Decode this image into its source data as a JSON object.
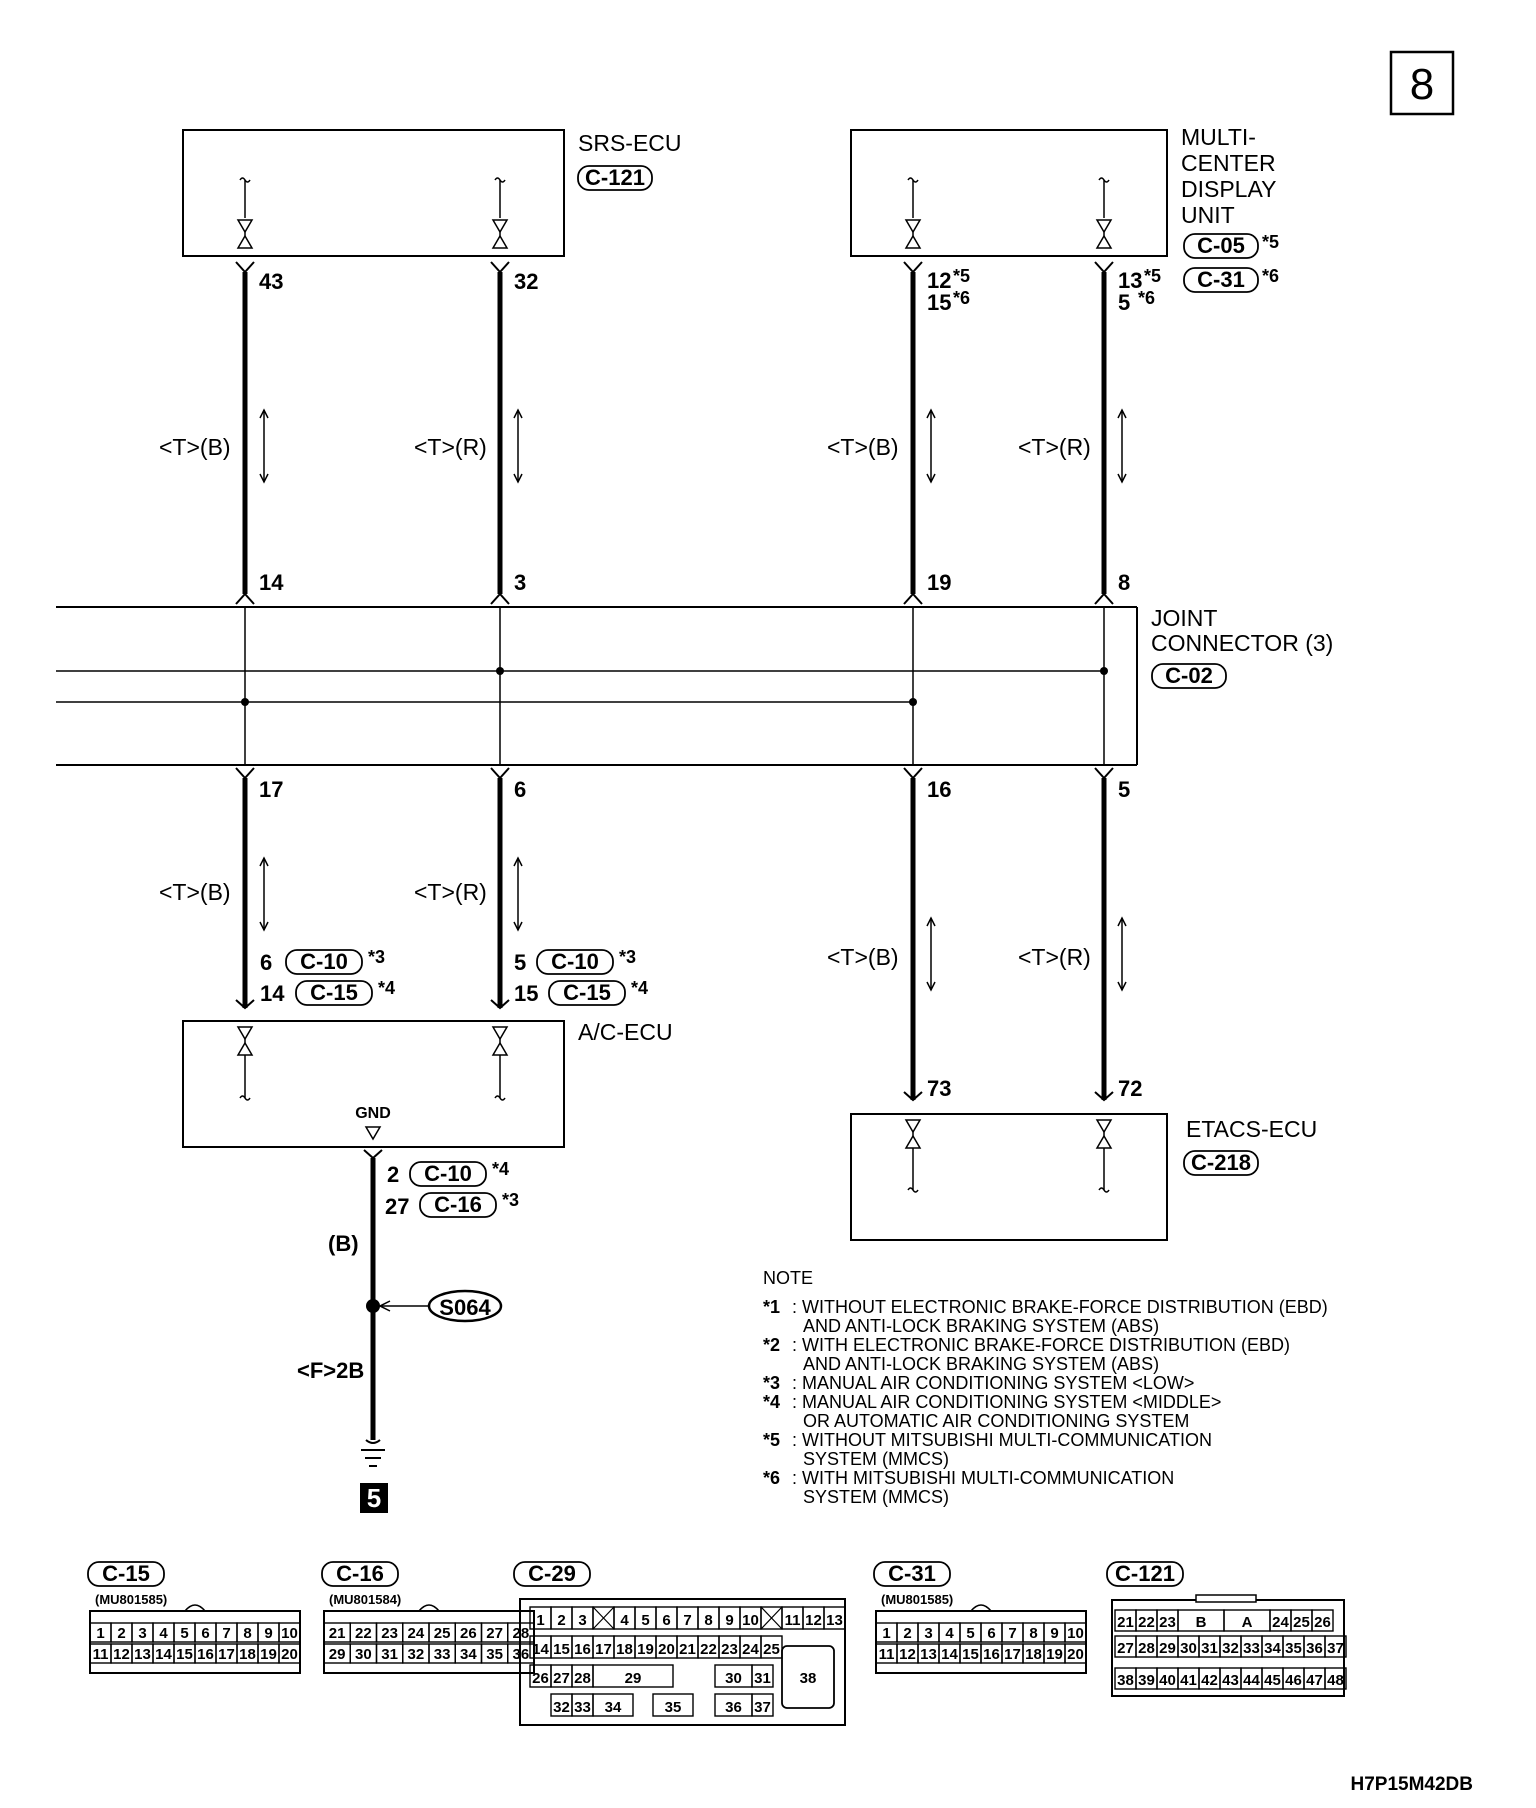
{
  "page_number": "8",
  "footer_code": "H7P15M42DB",
  "components": {
    "srs_ecu": {
      "name": "SRS-ECU",
      "connector": "C-121"
    },
    "mcdu": {
      "name_lines": [
        "MULTI-",
        "CENTER",
        "DISPLAY",
        "UNIT"
      ],
      "connector_a": "C-05",
      "star_a": "*5",
      "connector_b": "C-31",
      "star_b": "*6"
    },
    "joint_connector": {
      "name_lines": [
        "JOINT",
        "CONNECTOR (3)"
      ],
      "connector": "C-02"
    },
    "ac_ecu": {
      "name": "A/C-ECU",
      "gnd": "GND"
    },
    "etacs_ecu": {
      "name": "ETACS-ECU",
      "connector": "C-218"
    }
  },
  "pins": {
    "srs_1": "43",
    "srs_2": "32",
    "mcdu_1a": "12",
    "mcdu_1a_star": "*5",
    "mcdu_1b": "15",
    "mcdu_1b_star": "*6",
    "mcdu_2a": "13",
    "mcdu_2a_star": "*5",
    "mcdu_2b": "5",
    "mcdu_2b_star": "*6",
    "jc_top": [
      "14",
      "3",
      "19",
      "8"
    ],
    "jc_bottom": [
      "17",
      "6",
      "16",
      "5"
    ],
    "ac_left_a": "6",
    "ac_left_a_conn": "C-10",
    "ac_left_a_star": "*3",
    "ac_left_b": "14",
    "ac_left_b_conn": "C-15",
    "ac_left_b_star": "*4",
    "ac_right_a": "5",
    "ac_right_a_conn": "C-10",
    "ac_right_a_star": "*3",
    "ac_right_b": "15",
    "ac_right_b_conn": "C-15",
    "ac_right_b_star": "*4",
    "etacs_1": "73",
    "etacs_2": "72",
    "gnd_a": "2",
    "gnd_a_conn": "C-10",
    "gnd_a_star": "*4",
    "gnd_b": "27",
    "gnd_b_conn": "C-16",
    "gnd_b_star": "*3"
  },
  "wire_labels": {
    "tb": "<T>(B)",
    "tr": "<T>(R)",
    "b": "(B)",
    "f2b": "<F>2B"
  },
  "splice": "S064",
  "ground_ref": "5",
  "notes": {
    "title": "NOTE",
    "items": [
      {
        "star": "*1",
        "lines": [
          ": WITHOUT ELECTRONIC BRAKE-FORCE DISTRIBUTION (EBD)",
          "AND ANTI-LOCK BRAKING SYSTEM (ABS)"
        ]
      },
      {
        "star": "*2",
        "lines": [
          ": WITH ELECTRONIC BRAKE-FORCE DISTRIBUTION (EBD)",
          "AND ANTI-LOCK BRAKING SYSTEM (ABS)"
        ]
      },
      {
        "star": "*3",
        "lines": [
          ": MANUAL AIR CONDITIONING SYSTEM <LOW>"
        ]
      },
      {
        "star": "*4",
        "lines": [
          ": MANUAL AIR CONDITIONING SYSTEM <MIDDLE>",
          "OR AUTOMATIC AIR CONDITIONING SYSTEM"
        ]
      },
      {
        "star": "*5",
        "lines": [
          ": WITHOUT MITSUBISHI MULTI-COMMUNICATION",
          "SYSTEM (MMCS)"
        ]
      },
      {
        "star": "*6",
        "lines": [
          ": WITH MITSUBISHI MULTI-COMMUNICATION",
          "SYSTEM (MMCS)"
        ]
      }
    ]
  },
  "connector_views": {
    "c15": {
      "label": "C-15",
      "part": "(MU801585)",
      "row1": [
        "1",
        "2",
        "3",
        "4",
        "5",
        "6",
        "7",
        "8",
        "9",
        "10"
      ],
      "row2": [
        "11",
        "12",
        "13",
        "14",
        "15",
        "16",
        "17",
        "18",
        "19",
        "20"
      ]
    },
    "c16": {
      "label": "C-16",
      "part": "(MU801584)",
      "row1": [
        "21",
        "22",
        "23",
        "24",
        "25",
        "26",
        "27",
        "28"
      ],
      "row2": [
        "29",
        "30",
        "31",
        "32",
        "33",
        "34",
        "35",
        "36"
      ]
    },
    "c29": {
      "label": "C-29",
      "row1": [
        "1",
        "2",
        "3",
        "",
        "4",
        "5",
        "6",
        "7",
        "8",
        "9",
        "10",
        "",
        "11",
        "12",
        "13"
      ],
      "row2": [
        "14",
        "15",
        "16",
        "17",
        "18",
        "19",
        "20",
        "21",
        "22",
        "23",
        "24",
        "25"
      ],
      "row3": [
        "26",
        "27",
        "28",
        "29",
        "30",
        "31"
      ],
      "row4": [
        "32",
        "33",
        "34",
        "35",
        "36",
        "37"
      ],
      "big": "38"
    },
    "c31": {
      "label": "C-31",
      "part": "(MU801585)",
      "row1": [
        "1",
        "2",
        "3",
        "4",
        "5",
        "6",
        "7",
        "8",
        "9",
        "10"
      ],
      "row2": [
        "11",
        "12",
        "13",
        "14",
        "15",
        "16",
        "17",
        "18",
        "19",
        "20"
      ]
    },
    "c121": {
      "label": "C-121",
      "row1": [
        "21",
        "22",
        "23",
        "B",
        "A",
        "24",
        "25",
        "26"
      ],
      "row2": [
        "27",
        "28",
        "29",
        "30",
        "31",
        "32",
        "33",
        "34",
        "35",
        "36",
        "37"
      ],
      "row3": [
        "38",
        "39",
        "40",
        "41",
        "42",
        "43",
        "44",
        "45",
        "46",
        "47",
        "48"
      ]
    }
  }
}
